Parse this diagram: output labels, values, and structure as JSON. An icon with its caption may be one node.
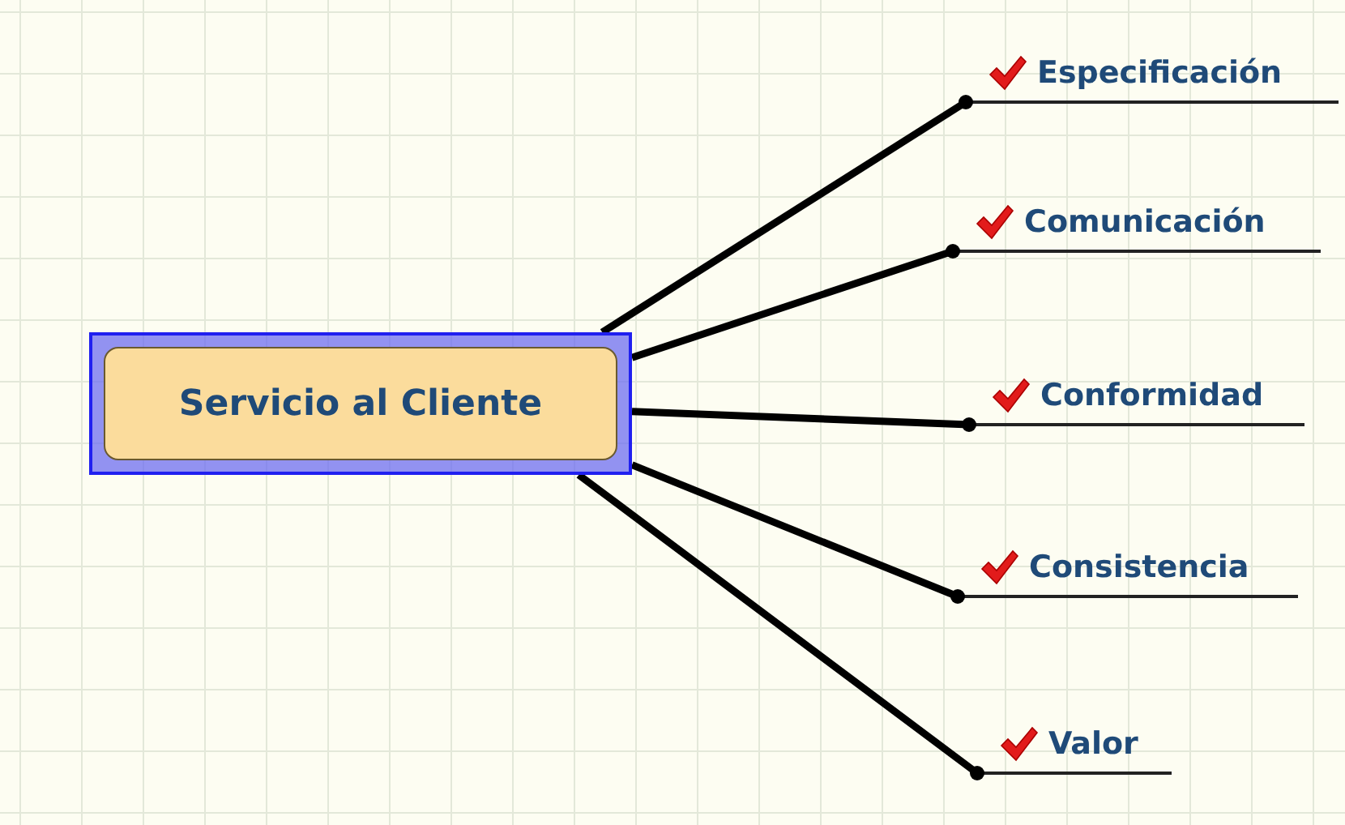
{
  "diagram": {
    "nodes": [
      {
        "text": [
          "Servicio al Cliente"
        ]
      },
      {
        "text": [
          "Especificación"
        ]
      },
      {
        "text": [
          "Comunicación"
        ]
      },
      {
        "text": [
          "Conformidad"
        ]
      },
      {
        "text": [
          "Consistencia"
        ]
      },
      {
        "text": [
          "Valor"
        ]
      }
    ],
    "edges": [
      {
        "from": 0,
        "to": 1,
        "arrow": "other"
      },
      {
        "from": 0,
        "to": 2,
        "arrow": "other"
      },
      {
        "from": 0,
        "to": 3,
        "arrow": "other"
      },
      {
        "from": 0,
        "to": 4,
        "arrow": "other"
      },
      {
        "from": 0,
        "to": 5,
        "arrow": "other"
      }
    ]
  }
}
